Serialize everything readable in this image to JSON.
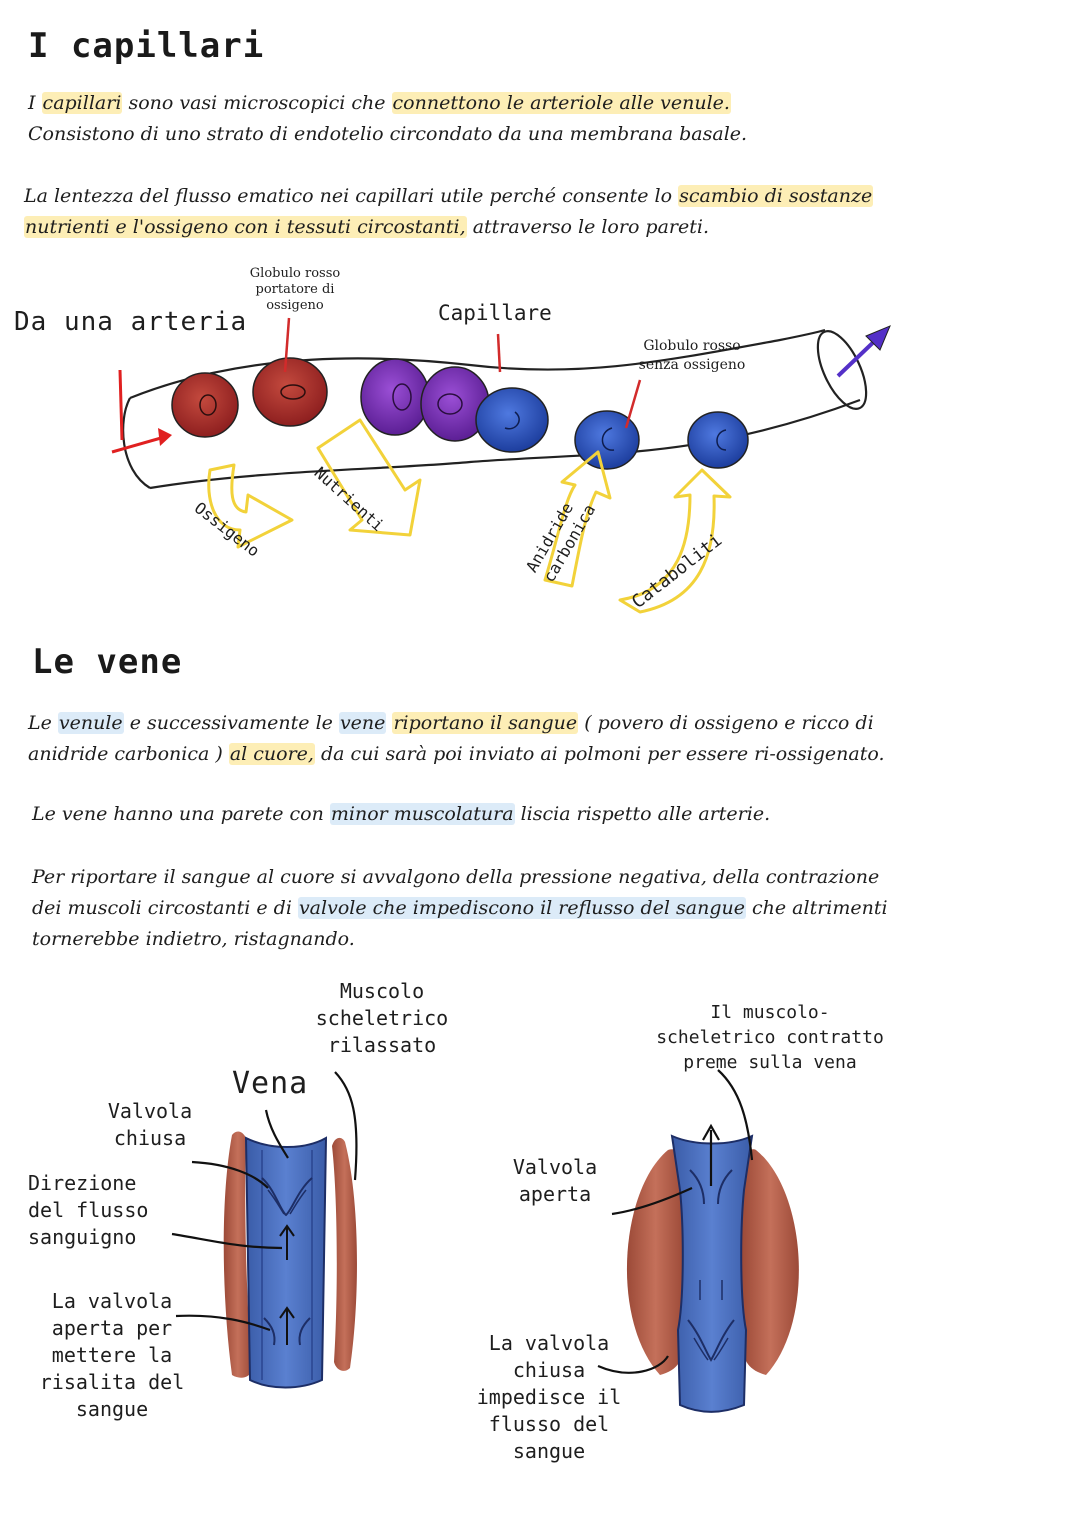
{
  "capillari": {
    "title": "I capillari",
    "p1": {
      "s1": "capillari",
      "s2": " sono vasi microscopici che ",
      "s3": "connettono le arteriole alle venule.",
      "l2": "Consistono di uno strato di endotelio circondato da una membrana basale."
    },
    "p2": {
      "s1": "La lentezza del flusso ematico nei capillari utile perché consente lo ",
      "s2": "scambio di sostanze",
      "s3": "nutrienti e l'ossigeno con i tessuti circostanti,",
      "s4": " attraverso le loro pareti."
    },
    "diagram": {
      "from_artery": "Da una arteria",
      "rbc_oxy": "Globulo rosso portatore di ossigeno",
      "capillary": "Capillare",
      "rbc_deoxy": "Globulo rosso senza ossigeno",
      "oxygen": "Ossigeno",
      "nutrients": "Nutrienti",
      "co2_1": "Anidride",
      "co2_2": "carbonica",
      "catabolites": "Cataboliti"
    }
  },
  "vene": {
    "title": "Le vene",
    "p1": {
      "s1": "Le ",
      "s2": "venule",
      "s3": " e successivamente le ",
      "s4": "vene",
      "s5": " ",
      "s6": "riportano il sangue",
      "s7": " ( povero di ossigeno e ricco di",
      "s8": "anidride carbonica ) ",
      "s9": "al cuore,",
      "s10": " da cui sarà poi inviato ai polmoni per essere ri-ossigenato."
    },
    "p2": {
      "s1": "Le vene hanno una parete con ",
      "s2": "minor muscolatura",
      "s3": " liscia rispetto alle arterie."
    },
    "p3": {
      "l1": "Per riportare il sangue al cuore si avvalgono della pressione negativa, della contrazione",
      "s1": "dei muscoli circostanti e di ",
      "s2": "valvole che impediscono il reflusso del sangue",
      "s3": " che altrimenti",
      "l3": "tornerebbe indietro, ristagnando."
    },
    "diagram": {
      "muscle_relaxed": "Muscolo scheletrico rilassato",
      "vein": "Vena",
      "valve_closed": "Valvola chiusa",
      "flow_direction": "Direzione del flusso sanguigno",
      "valve_open_rise": "La valvola aperta per mettere la risalita del sangue",
      "muscle_contracted": "Il muscolo- scheletrico contratto preme sulla vena",
      "valve_open": "Valvola aperta",
      "valve_closed_block": "La valvola chiusa impedisce il flusso del sangue"
    }
  },
  "colors": {
    "highlight_yellow": "#fdeeb6",
    "highlight_blue": "#dcebf8",
    "rbc_red": "#a52a2a",
    "rbc_purple": "#7a2fb0",
    "rbc_blue": "#2a52c8",
    "vein_blue": "#4a6fbf",
    "muscle": "#b8604c",
    "arrow_red": "#e02020",
    "arrow_yellow": "#f2d23a"
  }
}
